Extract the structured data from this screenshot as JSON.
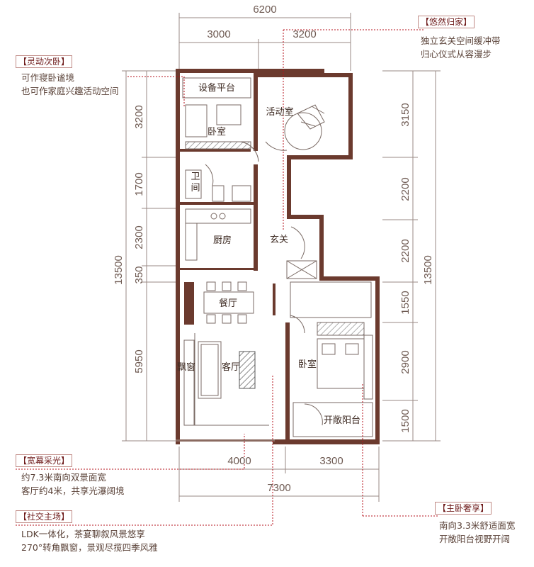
{
  "dimensions": {
    "top_total": "6200",
    "top_left": "3000",
    "top_right": "3200",
    "left_segments": [
      "3200",
      "1700",
      "2300",
      "350",
      "5950"
    ],
    "left_total": "13500",
    "right_segments": [
      "3150",
      "2200",
      "2200",
      "1550",
      "2900",
      "1500"
    ],
    "right_total": "13500",
    "bottom_left": "4000",
    "bottom_right": "3300",
    "bottom_total": "7300"
  },
  "rooms": {
    "equipment_platform": "设备平台",
    "activity_room": "活动室",
    "bedroom_second": "卧室",
    "bathroom_top": "卫",
    "bathroom_bottom": "间",
    "kitchen": "厨房",
    "entrance": "玄关",
    "dining": "餐厅",
    "bay_window": "飘窗",
    "living": "客厅",
    "master_bedroom": "卧室",
    "open_balcony": "开敞阳台"
  },
  "annotations": {
    "flexible_bedroom": {
      "tag": "【灵动次卧】",
      "lines": [
        "可作寝卧谧境",
        "也可作家庭兴趣活动空间"
      ]
    },
    "homecoming": {
      "tag": "【悠然归家】",
      "lines": [
        "独立玄关空间缓冲带",
        "归心仪式从容漫步"
      ]
    },
    "wide_light": {
      "tag": "【宽幕采光】",
      "lines": [
        "约7.3米南向双景面宽",
        "客厅约4米，共享光瀑阔境"
      ]
    },
    "social_stage": {
      "tag": "【社交主场】",
      "lines": [
        "LDK一体化，茶宴聊叙风景悠享",
        "270°转角飘窗，景观尽揽四季风雅"
      ]
    },
    "master_suite": {
      "tag": "【主卧奢享】",
      "lines": [
        "南向3.3米舒适面宽",
        "开敞阳台视野开阔"
      ]
    }
  },
  "colors": {
    "wall": "#6b3a2e",
    "leader": "#b5121b",
    "dim_line": "#9a8a84",
    "hatch": "#7a7a7a"
  }
}
